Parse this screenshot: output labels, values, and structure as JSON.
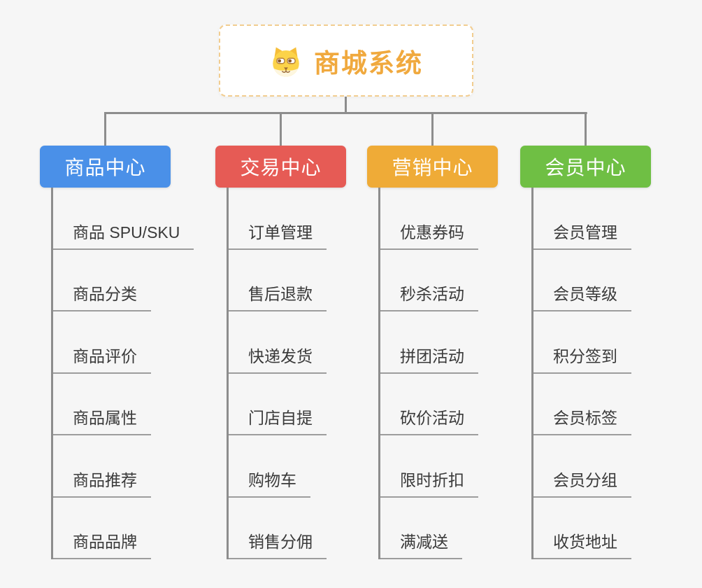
{
  "colors": {
    "background": "#f6f6f6",
    "connector": "#8d8d8d",
    "leaf_underline": "#9d9d9d",
    "leaf_text": "#3a3a3a",
    "root_text": "#f0a93e",
    "root_border": "#f2cd90",
    "root_background": "#ffffff"
  },
  "root": {
    "label": "商城系统",
    "icon": "dog-face-icon"
  },
  "branches": [
    {
      "label": "商品中心",
      "color": "#4a90e8",
      "children": [
        "商品 SPU/SKU",
        "商品分类",
        "商品评价",
        "商品属性",
        "商品推荐",
        "商品品牌"
      ]
    },
    {
      "label": "交易中心",
      "color": "#e65b55",
      "children": [
        "订单管理",
        "售后退款",
        "快递发货",
        "门店自提",
        "购物车",
        "销售分佣"
      ]
    },
    {
      "label": "营销中心",
      "color": "#efab37",
      "children": [
        "优惠券码",
        "秒杀活动",
        "拼团活动",
        "砍价活动",
        "限时折扣",
        "满减送"
      ]
    },
    {
      "label": "会员中心",
      "color": "#6fbf44",
      "children": [
        "会员管理",
        "会员等级",
        "积分签到",
        "会员标签",
        "会员分组",
        "收货地址"
      ]
    }
  ]
}
